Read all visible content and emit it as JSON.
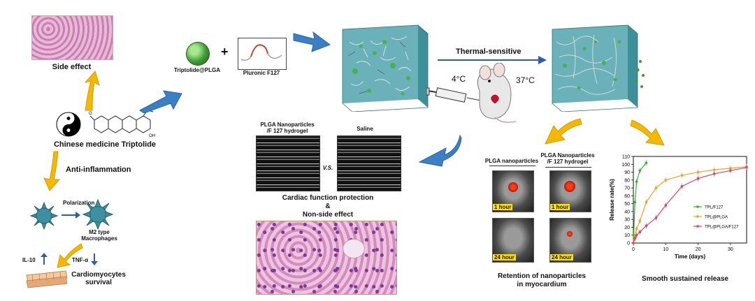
{
  "labels": {
    "side_effect": "Side effect",
    "chinese_medicine": "Chinese medicine Triptolide",
    "anti_inflammation": "Anti-inflammation",
    "polarization": "Polarization",
    "m2_line1": "M2 type",
    "m2_line2": "Macrophages",
    "il10": "IL-10",
    "tnfa": "TNF-α",
    "cardio_line1": "Cardiomyocytes",
    "cardio_line2": "survival",
    "triptolide_plga": "Triptolide@PLGA",
    "plus": "+",
    "pluronic": "Pluronic F127",
    "thermal": "Thermal-sensitive",
    "temp_low": "4°C",
    "temp_high": "37°C",
    "plga_hydrogel_line1": "PLGA Nanoparticles",
    "plga_hydrogel_line2": "/F 127 hydrogel",
    "saline": "Saline",
    "vs": "V.S.",
    "cardiac_line1": "Cardiac function protection",
    "cardiac_line2": "&",
    "cardiac_line3": "Non-side effect",
    "plga_np": "PLGA nanoparticles",
    "plga_np_hydrogel_line1": "PLGA Nanoparticles",
    "plga_np_hydrogel_line2": "/F 127 hydrogel",
    "hour1": "1 hour",
    "hour24": "24 hour",
    "retention_line1": "Retention of nanoparticles",
    "retention_line2": "in myocardium",
    "smooth": "Smooth sustained release"
  },
  "chart_data": {
    "type": "line",
    "title": "",
    "xlabel": "Time (days)",
    "ylabel": "Release rate(%)",
    "xlim": [
      0,
      35
    ],
    "ylim": [
      0,
      110
    ],
    "xticks": [
      0,
      10,
      20,
      30
    ],
    "yticks": [
      0,
      10,
      20,
      30,
      40,
      50,
      60,
      70,
      80,
      90,
      100,
      110
    ],
    "grid": false,
    "legend": "right",
    "series": [
      {
        "name": "TPL/F127",
        "color": "#2fb52f",
        "x": [
          0,
          0.5,
          1,
          2,
          4
        ],
        "y": [
          0,
          52,
          78,
          92,
          102
        ]
      },
      {
        "name": "TPL@PLGA",
        "color": "#f0a030",
        "x": [
          0,
          0.5,
          1,
          2,
          4,
          7,
          10,
          15,
          20,
          25,
          30,
          35
        ],
        "y": [
          0,
          10,
          18,
          28,
          52,
          70,
          80,
          86,
          90,
          93,
          95,
          97
        ]
      },
      {
        "name": "TPL@PLGA/F127",
        "color": "#d9455f",
        "x": [
          0,
          0.5,
          1,
          2,
          4,
          7,
          10,
          15,
          20,
          25,
          30,
          35
        ],
        "y": [
          0,
          6,
          10,
          14,
          22,
          32,
          48,
          72,
          82,
          88,
          92,
          96
        ]
      }
    ]
  }
}
